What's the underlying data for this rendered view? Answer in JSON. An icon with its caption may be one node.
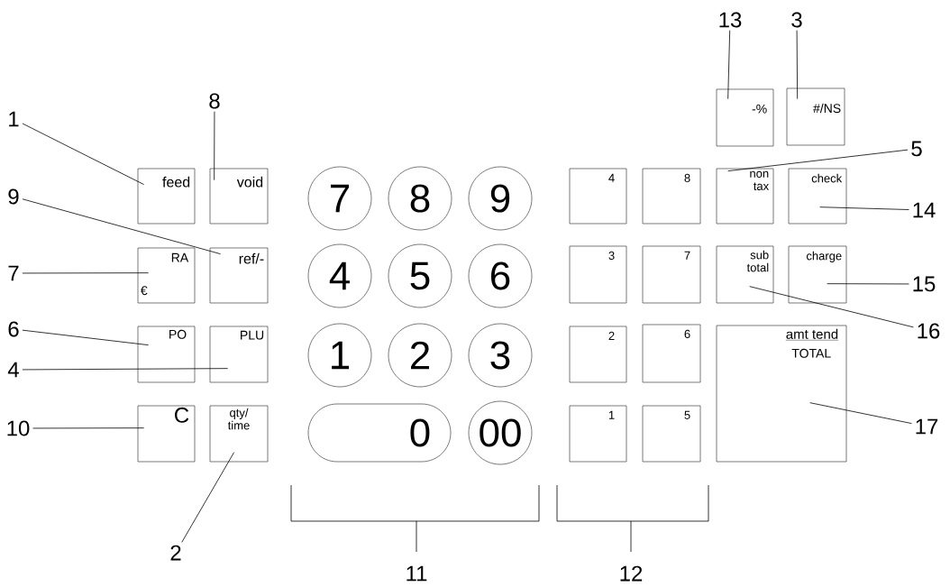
{
  "diagram": {
    "nodes": [
      {
        "text": [
          "feed"
        ]
      },
      {
        "text": [
          "void"
        ]
      },
      {
        "text": [
          "RA",
          "€"
        ]
      },
      {
        "text": [
          "ref/-"
        ]
      },
      {
        "text": [
          "PO"
        ]
      },
      {
        "text": [
          "PLU"
        ]
      },
      {
        "text": [
          "C"
        ]
      },
      {
        "text": [
          "qty/ time"
        ]
      },
      {
        "text": [
          "7"
        ]
      },
      {
        "text": [
          "8"
        ]
      },
      {
        "text": [
          "9"
        ]
      },
      {
        "text": [
          "4"
        ]
      },
      {
        "text": [
          "5"
        ]
      },
      {
        "text": [
          "6"
        ]
      },
      {
        "text": [
          "1"
        ]
      },
      {
        "text": [
          "2"
        ]
      },
      {
        "text": [
          "3"
        ]
      },
      {
        "text": [
          "0"
        ]
      },
      {
        "text": [
          "00"
        ]
      },
      {
        "text": [
          "-%"
        ]
      },
      {
        "text": [
          "#/NS"
        ]
      },
      {
        "text": [
          "4"
        ]
      },
      {
        "text": [
          "8"
        ]
      },
      {
        "text": [
          "non tax"
        ]
      },
      {
        "text": [
          "check"
        ]
      },
      {
        "text": [
          "3"
        ]
      },
      {
        "text": [
          "7"
        ]
      },
      {
        "text": [
          "sub total"
        ]
      },
      {
        "text": [
          "charge"
        ]
      },
      {
        "text": [
          "2"
        ]
      },
      {
        "text": [
          "6"
        ]
      },
      {
        "text": [
          "amt tend",
          "TOTAL"
        ]
      },
      {
        "text": [
          "1"
        ]
      },
      {
        "text": [
          "5"
        ]
      },
      {
        "text": [
          "1"
        ]
      },
      {
        "text": [
          "8"
        ]
      },
      {
        "text": [
          "9"
        ]
      },
      {
        "text": [
          "7"
        ]
      },
      {
        "text": [
          "6"
        ]
      },
      {
        "text": [
          "4"
        ]
      },
      {
        "text": [
          "10"
        ]
      },
      {
        "text": [
          "2"
        ]
      },
      {
        "text": [
          "13"
        ]
      },
      {
        "text": [
          "3"
        ]
      },
      {
        "text": [
          "5"
        ]
      },
      {
        "text": [
          "14"
        ]
      },
      {
        "text": [
          "15"
        ]
      },
      {
        "text": [
          "16"
        ]
      },
      {
        "text": [
          "17"
        ]
      }
    ],
    "edges": [
      {
        "from": 34,
        "to": 0,
        "arrow": "none"
      },
      {
        "from": 35,
        "to": 1,
        "arrow": "none"
      },
      {
        "from": 36,
        "to": 3,
        "arrow": "none"
      },
      {
        "from": 37,
        "to": 2,
        "arrow": "none"
      },
      {
        "from": 38,
        "to": 4,
        "arrow": "none"
      },
      {
        "from": 39,
        "to": 5,
        "arrow": "none"
      },
      {
        "from": 40,
        "to": 6,
        "arrow": "none"
      },
      {
        "from": 41,
        "to": 7,
        "arrow": "none"
      },
      {
        "from": 42,
        "to": 19,
        "arrow": "none"
      },
      {
        "from": 43,
        "to": 20,
        "arrow": "none"
      },
      {
        "from": 44,
        "to": 23,
        "arrow": "none"
      },
      {
        "from": 45,
        "to": 24,
        "arrow": "none"
      },
      {
        "from": 46,
        "to": 28,
        "arrow": "none"
      },
      {
        "from": 47,
        "to": 27,
        "arrow": "none"
      },
      {
        "from": 48,
        "to": 31,
        "arrow": "none"
      }
    ],
    "labels": [
      "11",
      "12"
    ]
  }
}
